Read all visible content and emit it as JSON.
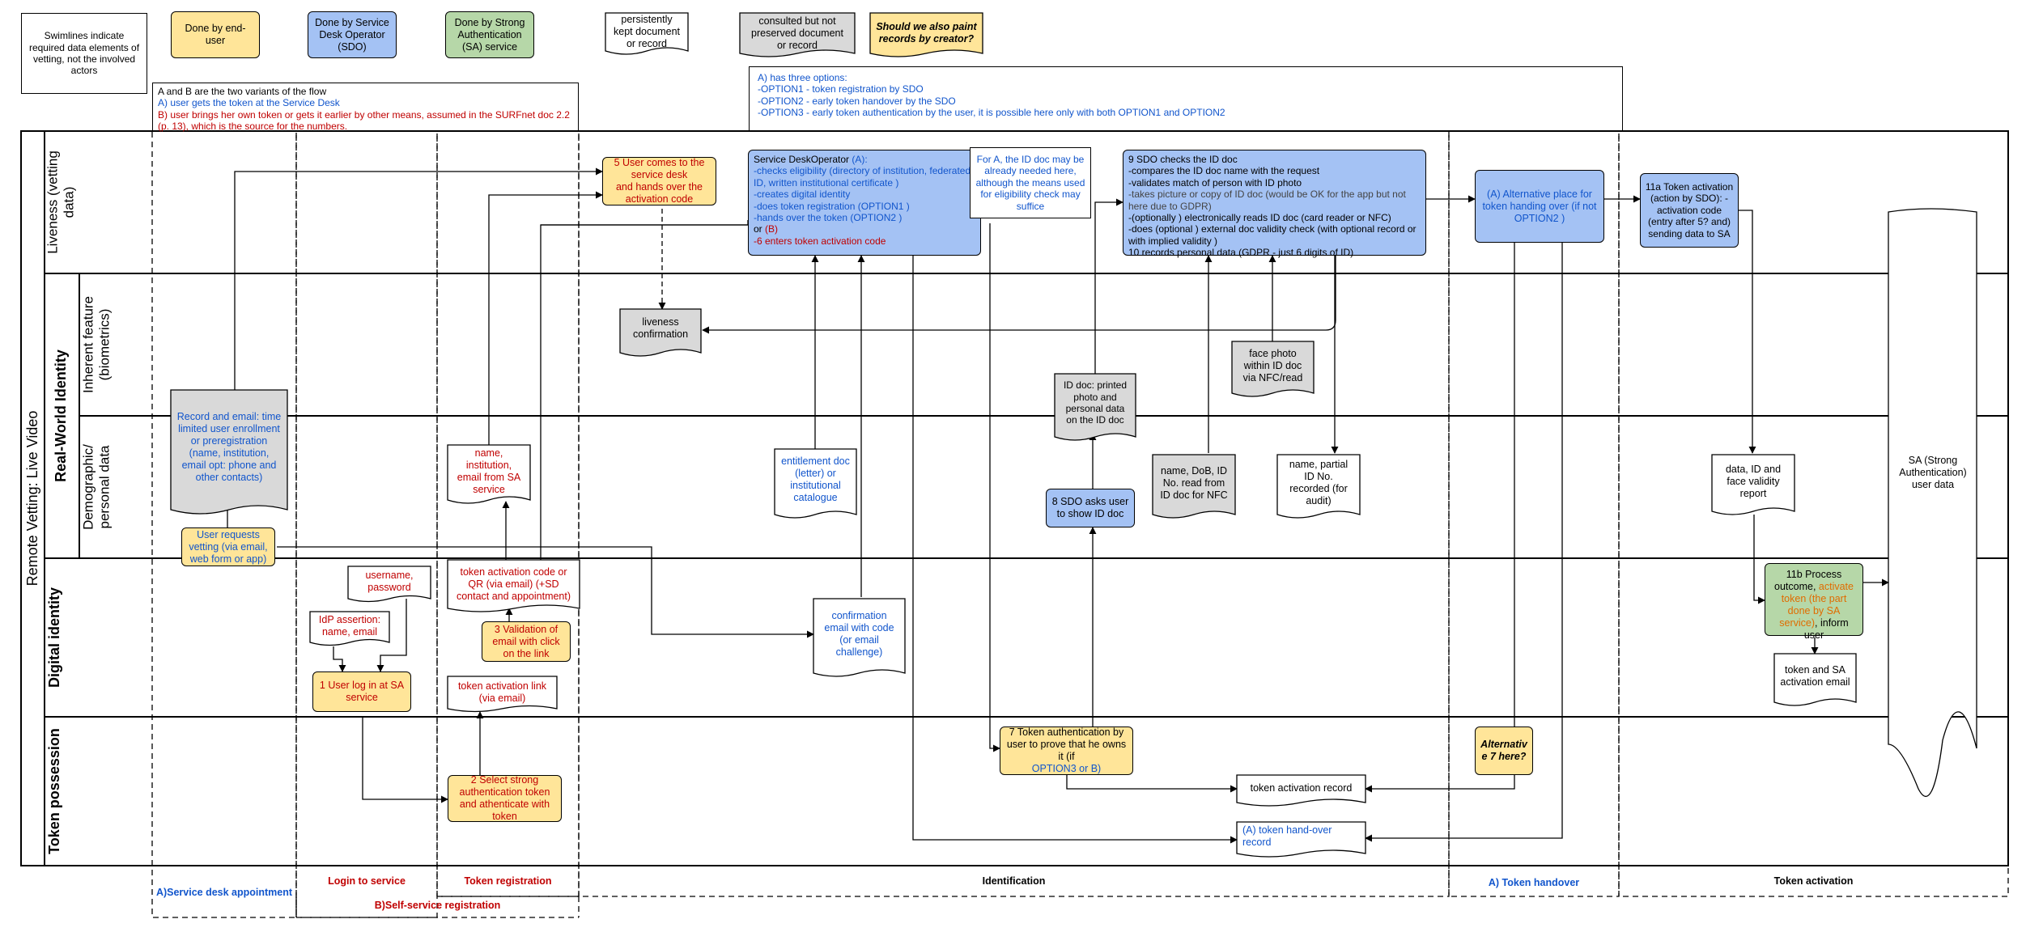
{
  "legend": {
    "swimlanes": "Swimlines indicate required data elements of vetting, not the involved actors",
    "end_user": "Done by end-user",
    "sdo": "Done by Service Desk Operator (SDO)",
    "sa": "Done by Strong Authentication (SA) service",
    "kept": "persistently kept document or record",
    "consulted": "consulted but not preserved document or record",
    "should": "Should we also paint records by creator?"
  },
  "variants": {
    "title": "A and B are the two variants of the flow",
    "a": "A) user gets the token at the Service Desk",
    "b": "B) user brings her own token or gets it earlier by other means, assumed in the SURFnet doc 2.2 (p. 13), which is the source for the numbers."
  },
  "options": {
    "title": "A) has three options:",
    "o1": "-OPTION1 - token registration by SDO",
    "o2": "-OPTION2 - early token handover by the SDO",
    "o3": "-OPTION3 - early token authentication by the user, it is possible here only with both OPTION1 and OPTION2"
  },
  "lanes": {
    "outer": "Remote Vetting: Live Video",
    "real_world": "Real-World Identity",
    "liveness": "Liveness (vetting data)",
    "inherent": "Inherent feature (biometrics)",
    "demographic": "Demographic/ personal data",
    "digital": "Digital identity",
    "token": "Token possession"
  },
  "phases": {
    "service_desk": "A)Service desk appointment",
    "login": "Login to service",
    "token_reg": "Token registration",
    "self_service": "B)Self-service registration",
    "identification": "Identification",
    "token_handover": "A) Token handover",
    "token_activation": "Token activation"
  },
  "nodes": {
    "record_email": "Record and email: time limited user enrollment or preregistration (name, institution, email opt: phone and other contacts)",
    "user_requests": "User requests vetting (via email, web form or app)",
    "username": "username, password",
    "idp": "IdP assertion: name, email",
    "login": "1 User log in at SA service",
    "name_inst": "name, institution, email from SA service",
    "activation_qr": "token activation code or QR (via email) (+SD contact and appointment)",
    "validation": "3 Validation of email with click on the link",
    "activation_link": "token activation link (via email)",
    "select_token": "2 Select strong authentication token and athenticate with token",
    "step5_a": "5 User comes to the service desk",
    "step5_b": "and hands over the activation code",
    "liveness": "liveness confirmation",
    "sdo_title": "Service DeskOperator",
    "sdo_a": "(A):",
    "sdo_l1": "-checks eligibility (directory of institution, federated ID, written institutional certificate )",
    "sdo_l2": "-creates digital identity",
    "sdo_l3": "-does token registration (OPTION1 )",
    "sdo_l4": "-hands over the token (OPTION2 )",
    "sdo_or": "or",
    "sdo_b": "(B)",
    "sdo_l5": "-6 enters token activation code",
    "for_a": "For A, the ID doc may be already needed here, although the means used for eligibility check may suffice",
    "entitlement": "entitlement doc (letter) or institutional catalogue",
    "confirmation": "confirmation email with code (or email challenge)",
    "id_doc": "ID doc: printed photo and personal data on the ID doc",
    "step8": "8 SDO asks user to show ID doc",
    "step7_a": "7 Token authentication by user to prove that he owns it (if",
    "step7_b": "OPTION3 or B)",
    "sdo9_l1": "9 SDO checks the ID doc",
    "sdo9_l2": "-compares the ID doc name with the request",
    "sdo9_l3": "-validates match of person with ID photo",
    "sdo9_l4": "-takes picture or copy of ID doc (would be OK for the app but not here due to GDPR)",
    "sdo9_l5": "-(optionally ) electronically reads ID doc (card reader or NFC)",
    "sdo9_l6": "-does (optional ) external doc validity check (with optional record or with implied validity )",
    "sdo9_l7": "10 records personal data (GDPR - just 6 digits of ID)",
    "face_photo": "face photo within ID doc via NFC/read",
    "name_dob": "name, DoB, ID No. read from ID doc for NFC",
    "name_partial": "name, partial ID No. recorded (for audit)",
    "token_record": "token activation record",
    "handover_record": "(A) token hand-over record",
    "alt_place": "(A) Alternative place for token handing over (if not OPTION2 )",
    "alt7": "Alternativ e 7 here?",
    "step11a": "11a Token activation (action by SDO): -activation code (entry after 5? and) sending data to SA",
    "data_report": "data, ID and face validity report",
    "step11b_a": "11b Process outcome,",
    "step11b_b": "activate token (the part done by SA service)",
    "step11b_c": ", inform user",
    "token_sa_email": "token and SA activation email",
    "sa_user_data": "SA (Strong Authentication) user data"
  },
  "colors": {
    "end_user": "#ffe599",
    "sdo": "#a4c2f4",
    "sa": "#b6d7a8",
    "consulted": "#d9d9d9",
    "blue_text": "#1155cc",
    "red_text": "#c00000",
    "orange_text": "#e06c00"
  }
}
